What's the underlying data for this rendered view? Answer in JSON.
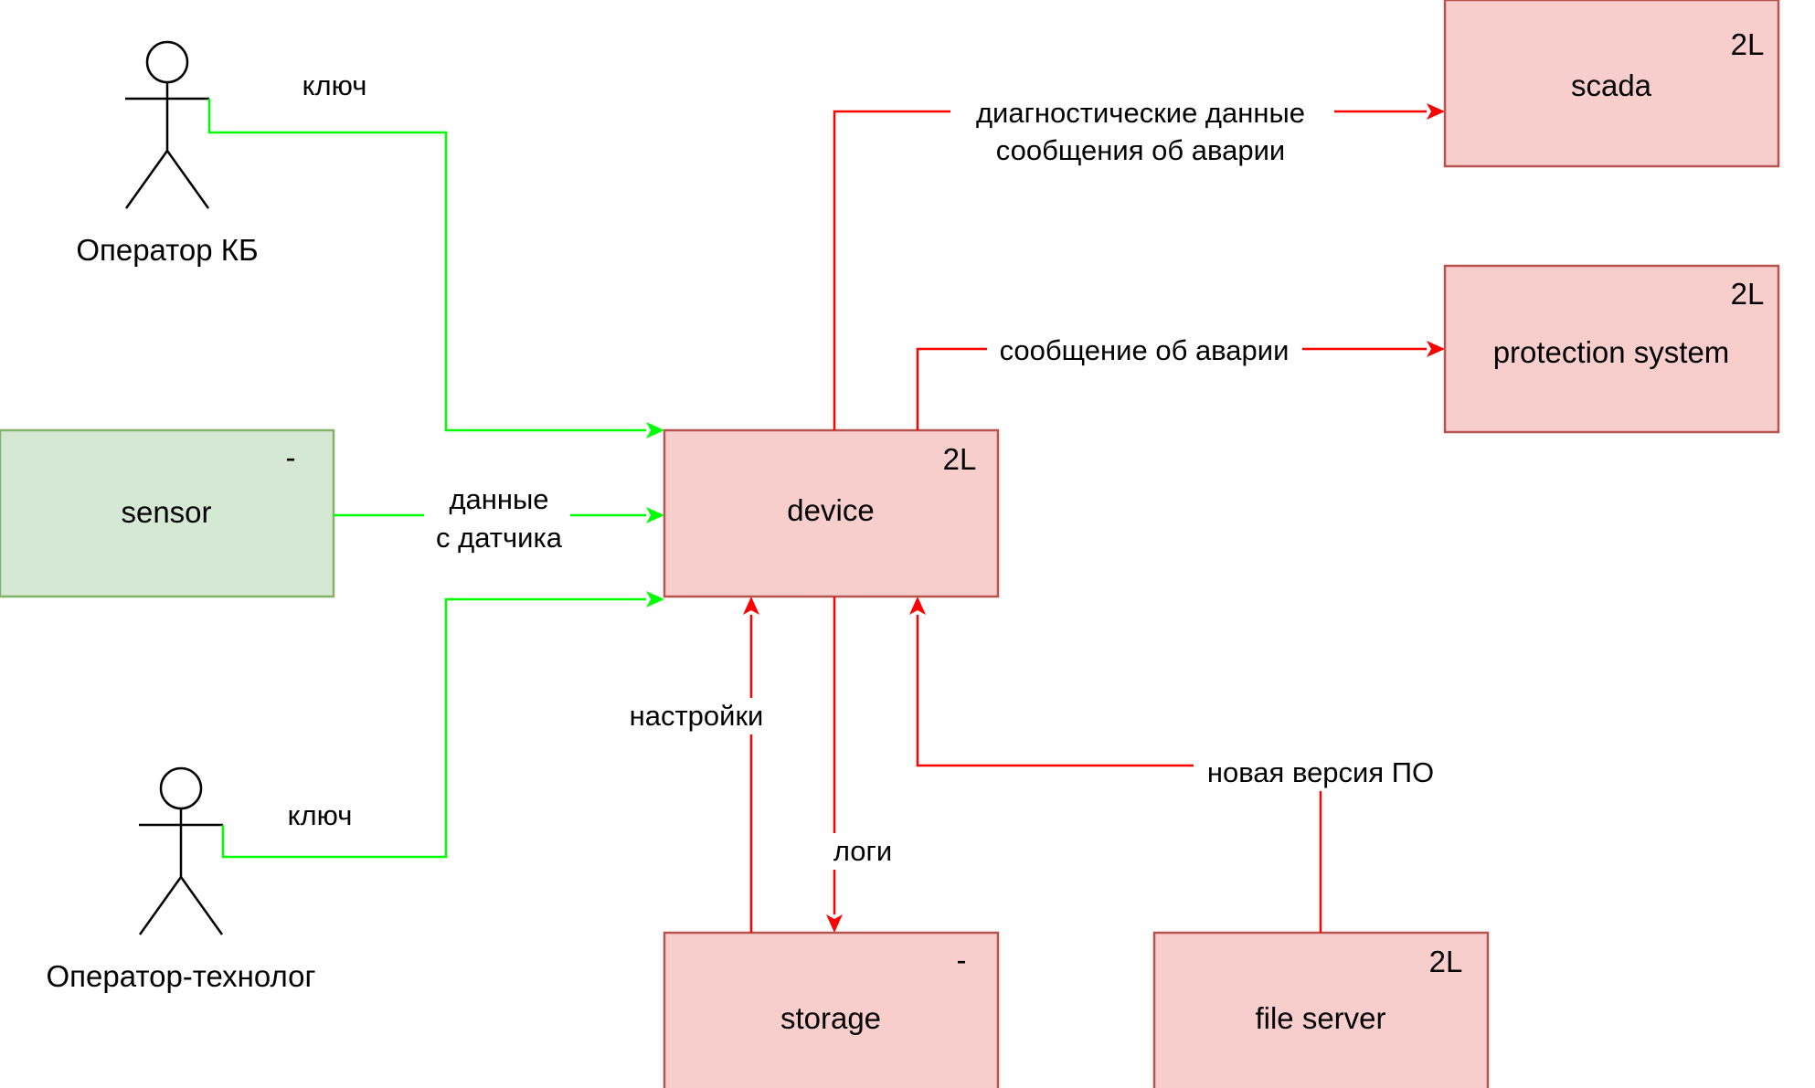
{
  "colors": {
    "red_fill": "#f8cecc",
    "red_stroke": "#b85450",
    "green_fill": "#d5e8d4",
    "green_stroke": "#82b366",
    "green_edge": "#00ff00",
    "red_edge": "#ff0000"
  },
  "actors": {
    "operator_kb": {
      "name": "Оператор КБ"
    },
    "operator_tech": {
      "name": "Оператор-технолог"
    }
  },
  "boxes": {
    "sensor": {
      "name": "sensor",
      "level": "-"
    },
    "device": {
      "name": "device",
      "level": "2L"
    },
    "scada": {
      "name": "scada",
      "level": "2L"
    },
    "protection": {
      "name": "protection system",
      "level": "2L"
    },
    "storage": {
      "name": "storage",
      "level": "-"
    },
    "file_server": {
      "name": "file server",
      "level": "2L"
    }
  },
  "edges": {
    "key_kb": "ключ",
    "key_tech": "ключ",
    "sensor_data_line1": "данные",
    "sensor_data_line2": "с датчика",
    "scada_line1": "диагностические данные",
    "scada_line2": "сообщения об аварии",
    "protection": "сообщение об аварии",
    "settings": "настройки",
    "logs": "логи",
    "new_version": "новая версия ПО"
  }
}
